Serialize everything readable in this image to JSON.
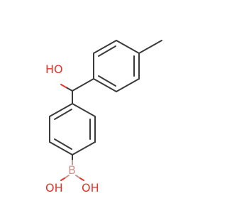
{
  "molecule": {
    "labels": {
      "hydroxyl": "HO",
      "boron": "B",
      "boronic_oh_left": "OH",
      "boronic_oh_right": "OH"
    },
    "atom_colors": {
      "oxygen": "#e8352b",
      "boron": "#d4958f",
      "carbon_bond": "#3a3a3a"
    }
  }
}
